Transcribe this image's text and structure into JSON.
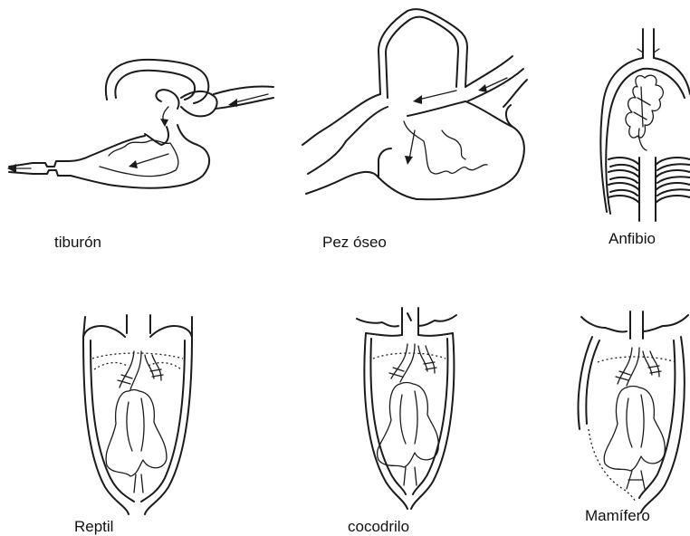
{
  "figures": {
    "shark": {
      "label": "tiburón"
    },
    "bony_fish": {
      "label": "Pez óseo"
    },
    "amphibian": {
      "label": "Anfibio"
    },
    "reptile": {
      "label": "Reptil"
    },
    "crocodile": {
      "label": "cocodrilo"
    },
    "mammal": {
      "label": "Mamífero"
    }
  }
}
